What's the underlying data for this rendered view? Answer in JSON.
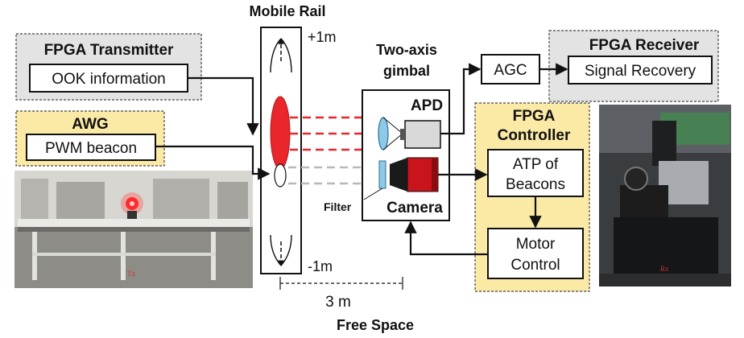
{
  "labels": {
    "mobile_rail": "Mobile Rail",
    "plus_1m": "+1m",
    "minus_1m": "-1m",
    "distance": "3 m",
    "free_space": "Free Space",
    "fpga_transmitter": "FPGA Transmitter",
    "ook_information": "OOK information",
    "awg": "AWG",
    "pwm_beacon": "PWM beacon",
    "two_axis": "Two-axis",
    "gimbal": "gimbal",
    "apd": "APD",
    "camera": "Camera",
    "filter": "Filter",
    "agc": "AGC",
    "fpga_receiver": "FPGA Receiver",
    "signal_recovery": "Signal Recovery",
    "fpga_controller_line1": "FPGA",
    "fpga_controller_line2": "Controller",
    "atp_line1": "ATP of",
    "atp_line2": "Beacons",
    "motor_line1": "Motor",
    "motor_line2": "Control",
    "tx_photo_label": "Tx",
    "rx_photo_label": "Rx"
  },
  "colors": {
    "gray_panel": "#e3e3e3",
    "yellow_panel": "#fbe9a6",
    "red": "#e8262b",
    "gray_beam": "#b8b8b8",
    "lens": "#8ecae6"
  },
  "icons": {
    "tx_photo": "transmitter-photo",
    "rx_photo": "receiver-photo",
    "apd": "apd-detector-icon",
    "camera": "camera-icon",
    "lens": "lens-icon",
    "filter": "filter-icon"
  }
}
